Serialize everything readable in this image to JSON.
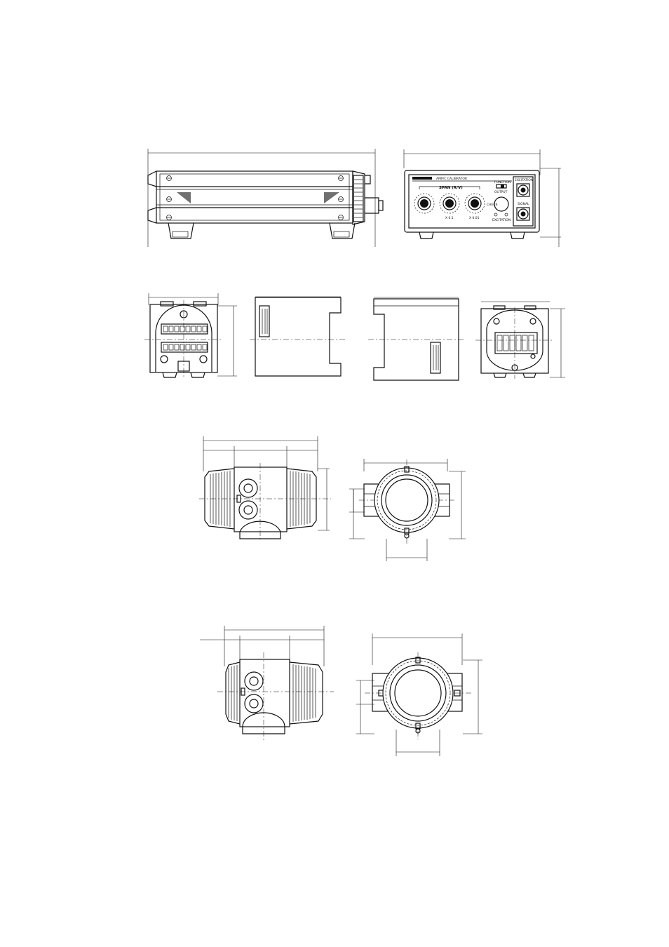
{
  "labels": {
    "panel_title": "AMP/C CALIBRATOR",
    "span": "SPAN (R/V)",
    "function": "FUNCTION",
    "output": "OUTPUT",
    "excitation_conn": "EXCITATION",
    "signal_conn": "SIGNAL",
    "x01": "X 0.1",
    "x001": "X 0.01",
    "excitation_lamp": "EXCITATION",
    "check": "CHECK"
  }
}
